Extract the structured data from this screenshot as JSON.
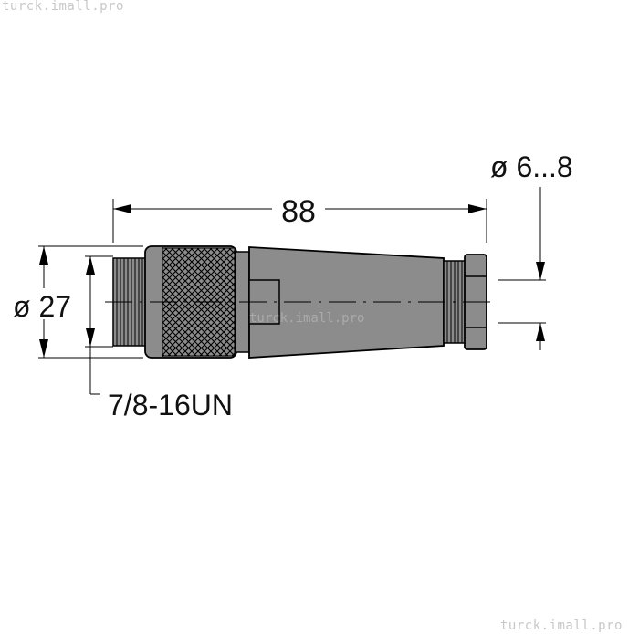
{
  "watermarks": {
    "top": "turck.imall.pro",
    "center": "turck.imall.pro",
    "bottom": "turck.imall.pro"
  },
  "dimensions": {
    "length": "88",
    "body_diameter": "ø 27",
    "cable_diameter": "ø 6...8",
    "thread": "7/8-16UN"
  },
  "colors": {
    "body": "#8c8c8c",
    "outline": "#000000",
    "background": "#ffffff"
  }
}
